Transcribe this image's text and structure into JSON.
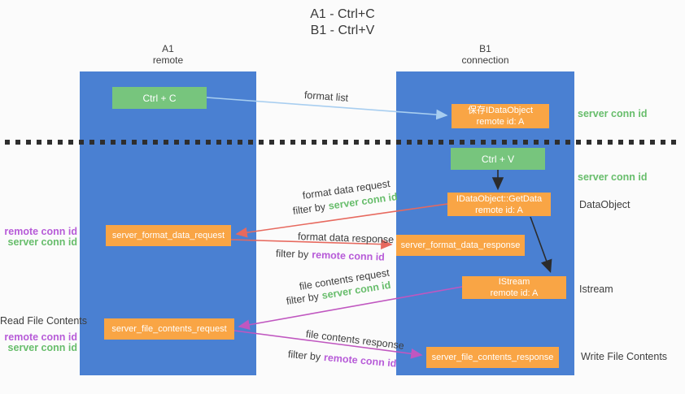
{
  "title": {
    "line1": "A1 - Ctrl+C",
    "line2": "B1 - Ctrl+V"
  },
  "lanes": {
    "a1": {
      "name": "A1",
      "subtitle": "remote"
    },
    "b1": {
      "name": "B1",
      "subtitle": "connection"
    }
  },
  "nodes": {
    "ctrl_c": {
      "label": "Ctrl + C"
    },
    "ctrl_v": {
      "label": "Ctrl + V"
    },
    "save_idataobject": {
      "line1": "保存IDataObject",
      "line2": "remote id: A"
    },
    "getdata": {
      "line1": "IDataObject::GetData",
      "line2": "remote id: A"
    },
    "istream": {
      "line1": "IStream",
      "line2": "remote id: A"
    },
    "format_request": {
      "label": "server_format_data_request"
    },
    "format_response": {
      "label": "server_format_data_response"
    },
    "file_request": {
      "label": "server_file_contents_request"
    },
    "file_response": {
      "label": "server_file_contents_response"
    }
  },
  "edge_labels": {
    "format_list": "format list",
    "format_data_request": "format data request",
    "format_data_response": "format data response",
    "file_contents_request": "file contents request",
    "file_contents_response": "file contents response",
    "filter_by": "filter by",
    "server_conn_id": "server conn id",
    "remote_conn_id": "remote conn id"
  },
  "annotations": {
    "left": {
      "remote_conn_id": "remote conn id",
      "server_conn_id": "server conn id",
      "read_file_contents": "Read File Contents",
      "remote_conn_id_2": "remote conn id",
      "server_conn_id_2": "server conn id"
    },
    "right": {
      "server_conn_id_top": "server conn id",
      "server_conn_id_mid": "server conn id",
      "dataobject": "DataObject",
      "istream": "Istream",
      "write_file_contents": "Write File Contents"
    }
  },
  "colors": {
    "lane_blue": "#4a80d2",
    "box_orange": "#f9a545",
    "box_green": "#77c57d",
    "arrow_blue": "#a8cef0",
    "arrow_black": "#2b2b2b",
    "arrow_red": "#e7695e",
    "arrow_magenta": "#c057c0",
    "label_green": "#67bd6b",
    "label_purple": "#b75bd8"
  }
}
